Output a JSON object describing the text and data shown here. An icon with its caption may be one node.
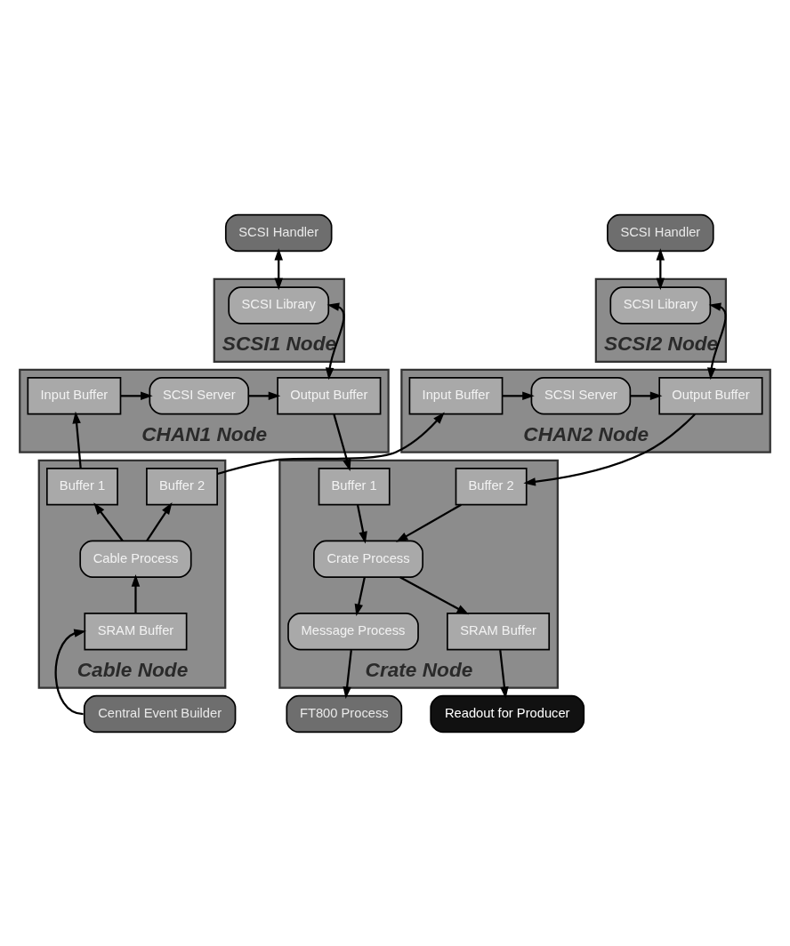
{
  "diagram": {
    "nodes": [
      {
        "text": [
          "SCSI Handler"
        ]
      },
      {
        "text": [
          "SCSI Handler"
        ]
      },
      {
        "text": [
          "SCSI1 Node"
        ]
      },
      {
        "text": [
          "SCSI Library"
        ],
        "in": 2
      },
      {
        "text": [
          "SCSI2 Node"
        ]
      },
      {
        "text": [
          "SCSI Library"
        ],
        "in": 4
      },
      {
        "text": [
          "CHAN1 Node"
        ]
      },
      {
        "text": [
          "Input Buffer"
        ],
        "in": 6
      },
      {
        "text": [
          "SCSI Server"
        ],
        "in": 6
      },
      {
        "text": [
          "Output Buffer"
        ],
        "in": 6
      },
      {
        "text": [
          "CHAN2 Node"
        ]
      },
      {
        "text": [
          "Input Buffer"
        ],
        "in": 10
      },
      {
        "text": [
          "SCSI Server"
        ],
        "in": 10
      },
      {
        "text": [
          "Output Buffer"
        ],
        "in": 10
      },
      {
        "text": [
          "Cable Node"
        ]
      },
      {
        "text": [
          "Buffer 1"
        ],
        "in": 14
      },
      {
        "text": [
          "Buffer 2"
        ],
        "in": 14
      },
      {
        "text": [
          "Cable Process"
        ],
        "in": 14
      },
      {
        "text": [
          "SRAM Buffer"
        ],
        "in": 14
      },
      {
        "text": [
          "Crate Node"
        ]
      },
      {
        "text": [
          "Buffer 1"
        ],
        "in": 19
      },
      {
        "text": [
          "Buffer 2"
        ],
        "in": 19
      },
      {
        "text": [
          "Crate Process"
        ],
        "in": 19
      },
      {
        "text": [
          "SRAM Buffer"
        ],
        "in": 19
      },
      {
        "text": [
          "Message Process"
        ],
        "in": 19
      },
      {
        "text": [
          "Central Event Builder"
        ]
      },
      {
        "text": [
          "Readout for Producer"
        ]
      },
      {
        "text": [
          "FT800 Process"
        ]
      }
    ],
    "edges": [
      {
        "from": 0,
        "to": 3,
        "arrow": "both"
      },
      {
        "from": 1,
        "to": 5,
        "arrow": "both"
      },
      {
        "from": 9,
        "to": 3,
        "arrow": "both"
      },
      {
        "from": 13,
        "to": 5,
        "arrow": "both"
      },
      {
        "from": 7,
        "to": 8,
        "arrow": "to"
      },
      {
        "from": 8,
        "to": 9,
        "arrow": "to"
      },
      {
        "from": 11,
        "to": 12,
        "arrow": "to"
      },
      {
        "from": 12,
        "to": 13,
        "arrow": "to"
      },
      {
        "from": 15,
        "to": 7,
        "arrow": "to"
      },
      {
        "from": 16,
        "to": 11,
        "arrow": "to"
      },
      {
        "from": 9,
        "to": 20,
        "arrow": "to"
      },
      {
        "from": 13,
        "to": 21,
        "arrow": "to"
      },
      {
        "from": 17,
        "to": 15,
        "arrow": "to"
      },
      {
        "from": 17,
        "to": 16,
        "arrow": "to"
      },
      {
        "from": 18,
        "to": 17,
        "arrow": "to"
      },
      {
        "from": 25,
        "to": 18,
        "arrow": "to"
      },
      {
        "from": 20,
        "to": 22,
        "arrow": "to"
      },
      {
        "from": 21,
        "to": 22,
        "arrow": "to"
      },
      {
        "from": 22,
        "to": 23,
        "arrow": "to"
      },
      {
        "from": 22,
        "to": 24,
        "arrow": "to"
      },
      {
        "from": 23,
        "to": 26,
        "arrow": "to"
      },
      {
        "from": 24,
        "to": 27,
        "arrow": "to"
      }
    ]
  }
}
